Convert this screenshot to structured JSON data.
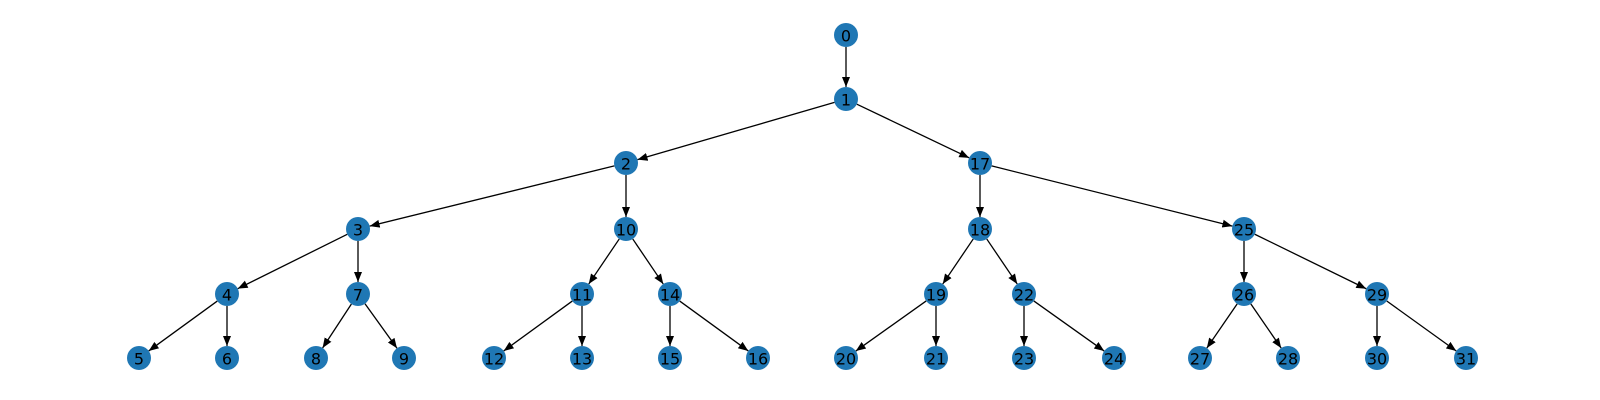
{
  "colors": {
    "node": "#1f77b4",
    "edge": "#000000",
    "label": "#000000",
    "background": "#ffffff"
  },
  "graph": {
    "directed": true,
    "nodes": [
      {
        "id": "0"
      },
      {
        "id": "1"
      },
      {
        "id": "2"
      },
      {
        "id": "3"
      },
      {
        "id": "4"
      },
      {
        "id": "5"
      },
      {
        "id": "6"
      },
      {
        "id": "7"
      },
      {
        "id": "8"
      },
      {
        "id": "9"
      },
      {
        "id": "10"
      },
      {
        "id": "11"
      },
      {
        "id": "12"
      },
      {
        "id": "13"
      },
      {
        "id": "14"
      },
      {
        "id": "15"
      },
      {
        "id": "16"
      },
      {
        "id": "17"
      },
      {
        "id": "18"
      },
      {
        "id": "19"
      },
      {
        "id": "20"
      },
      {
        "id": "21"
      },
      {
        "id": "22"
      },
      {
        "id": "23"
      },
      {
        "id": "24"
      },
      {
        "id": "25"
      },
      {
        "id": "26"
      },
      {
        "id": "27"
      },
      {
        "id": "28"
      },
      {
        "id": "29"
      },
      {
        "id": "30"
      },
      {
        "id": "31"
      }
    ],
    "edges": [
      [
        "0",
        "1"
      ],
      [
        "1",
        "2"
      ],
      [
        "1",
        "17"
      ],
      [
        "2",
        "3"
      ],
      [
        "2",
        "10"
      ],
      [
        "3",
        "4"
      ],
      [
        "3",
        "7"
      ],
      [
        "4",
        "5"
      ],
      [
        "4",
        "6"
      ],
      [
        "7",
        "8"
      ],
      [
        "7",
        "9"
      ],
      [
        "10",
        "11"
      ],
      [
        "10",
        "14"
      ],
      [
        "11",
        "12"
      ],
      [
        "11",
        "13"
      ],
      [
        "14",
        "15"
      ],
      [
        "14",
        "16"
      ],
      [
        "17",
        "18"
      ],
      [
        "17",
        "25"
      ],
      [
        "18",
        "19"
      ],
      [
        "18",
        "22"
      ],
      [
        "19",
        "20"
      ],
      [
        "19",
        "21"
      ],
      [
        "22",
        "23"
      ],
      [
        "22",
        "24"
      ],
      [
        "25",
        "26"
      ],
      [
        "25",
        "29"
      ],
      [
        "26",
        "27"
      ],
      [
        "26",
        "28"
      ],
      [
        "29",
        "30"
      ],
      [
        "29",
        "31"
      ]
    ]
  }
}
